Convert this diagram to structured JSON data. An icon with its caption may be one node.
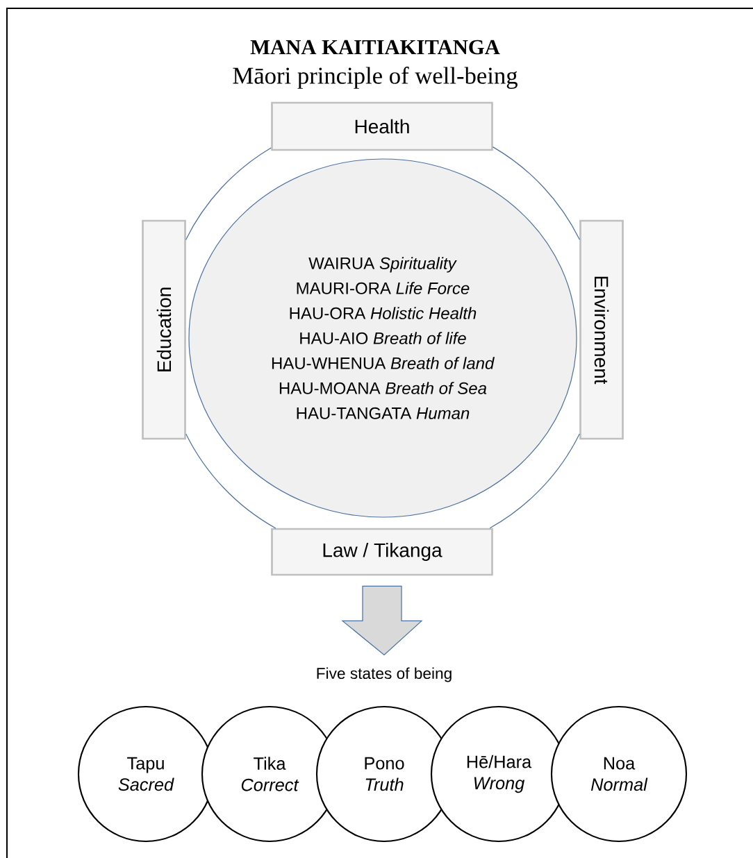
{
  "diagram": {
    "title": "MANA KAITIAKITANGA",
    "nodes": [
      {
        "text": [
          "Health"
        ]
      },
      {
        "text": [
          "Education"
        ]
      },
      {
        "text": [
          "WAIRUA  *Spirituality*",
          "MAURI-ORA  *Life Force*",
          "HAU-ORA  *Holistic Health*",
          "HAU-AIO  *Breath of life*",
          "HAU-WHENUA  *Breath of land*",
          "HAU-MOANA  *Breath of Sea*",
          "HAU-TANGATA   *Human*"
        ]
      },
      {
        "text": [
          "Environment"
        ]
      },
      {
        "text": [
          "Law / Tikanga"
        ]
      },
      {
        "text": [
          "Five states of being"
        ]
      },
      {
        "text": [
          "Tapu",
          "Sacred"
        ]
      },
      {
        "text": [
          "Tika",
          "Correct"
        ]
      },
      {
        "text": [
          "Pono",
          "Truth"
        ]
      },
      {
        "text": [
          "Hē/Hara",
          "Wrong"
        ]
      },
      {
        "text": [
          "Noa",
          "Normal"
        ]
      }
    ],
    "edges": [
      {
        "from": 0,
        "to": 3,
        "arrow": "none"
      },
      {
        "from": 3,
        "to": 4,
        "arrow": "none"
      },
      {
        "from": 4,
        "to": 1,
        "arrow": "none"
      },
      {
        "from": 1,
        "to": 0,
        "arrow": "none"
      },
      {
        "from": 4,
        "to": 5,
        "arrow": "to",
        "style": "thick"
      }
    ],
    "labels": [
      "Māori principle of well-being"
    ]
  }
}
